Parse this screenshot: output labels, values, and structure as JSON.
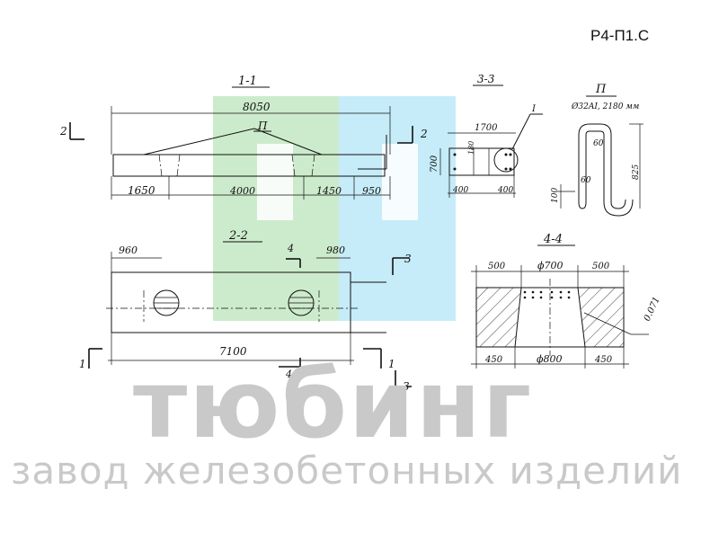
{
  "doc_title": "Р4-П1.С",
  "sections": {
    "s11": "1-1",
    "s22": "2-2",
    "s33": "3-3",
    "s44": "4-4",
    "p": "П"
  },
  "view11": {
    "dim_total": "8050",
    "detail_mark": "П",
    "dim_left": "1650",
    "dim_mid": "4000",
    "dim_right1": "1450",
    "dim_right2": "950",
    "cut_left": "2",
    "cut_right": "2"
  },
  "view22": {
    "dim_left": "960",
    "dim_right": "980",
    "dim_total": "7100",
    "cut4_top": "4",
    "cut4_bottom": "4",
    "cut3_top": "3",
    "cut3_bottom": "3",
    "cut1_left": "1",
    "cut1_right": "1"
  },
  "view33": {
    "dim_top": "1700",
    "dim_180": "180",
    "dim_700": "700",
    "dim_400_left": "400",
    "dim_400_right": "400",
    "mark_i": "I"
  },
  "detailP": {
    "spec": "Ø32AI, 2180 мм",
    "dim_60_top": "60",
    "dim_60_bottom": "60",
    "dim_825": "825",
    "dim_100": "100"
  },
  "view44": {
    "dim_500_left": "500",
    "dim_700": "ϕ700",
    "dim_500_right": "500",
    "dim_450_left": "450",
    "dim_800": "ϕ800",
    "dim_450_right": "450",
    "dim_0071": "0.071"
  },
  "watermark": {
    "brand": "тюбинг",
    "tagline": "завод железобетонных изделий",
    "colors": [
      "#ccebcc",
      "#c5ecf8"
    ]
  }
}
